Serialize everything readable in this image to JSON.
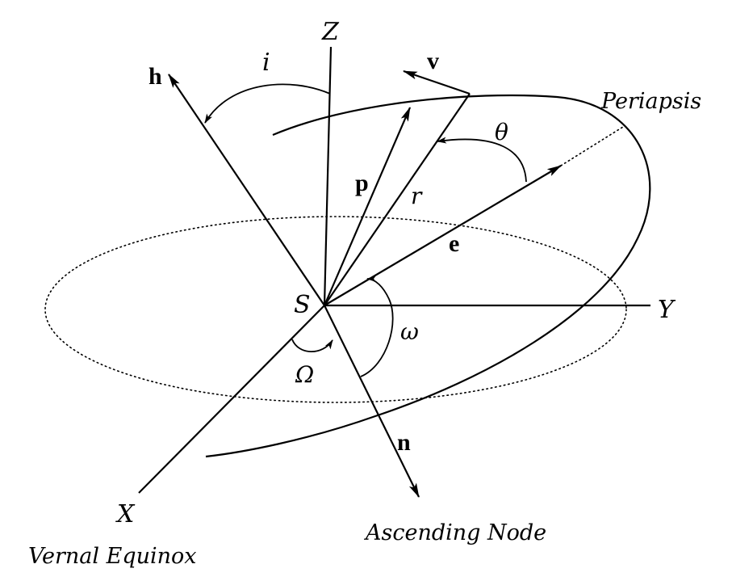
{
  "axes": {
    "z": "Z",
    "y": "Y",
    "x": "X"
  },
  "vectors": {
    "h": "h",
    "v": "v",
    "p": "p",
    "e": "e",
    "n": "n",
    "r": "r"
  },
  "angles": {
    "i": "i",
    "theta": "θ",
    "omega_small": "ω",
    "omega_big": "Ω"
  },
  "points": {
    "s": "S"
  },
  "labels": {
    "periapsis": "Periapsis",
    "ascending_node": "Ascending Node",
    "vernal_equinox": "Vernal Equinox"
  }
}
